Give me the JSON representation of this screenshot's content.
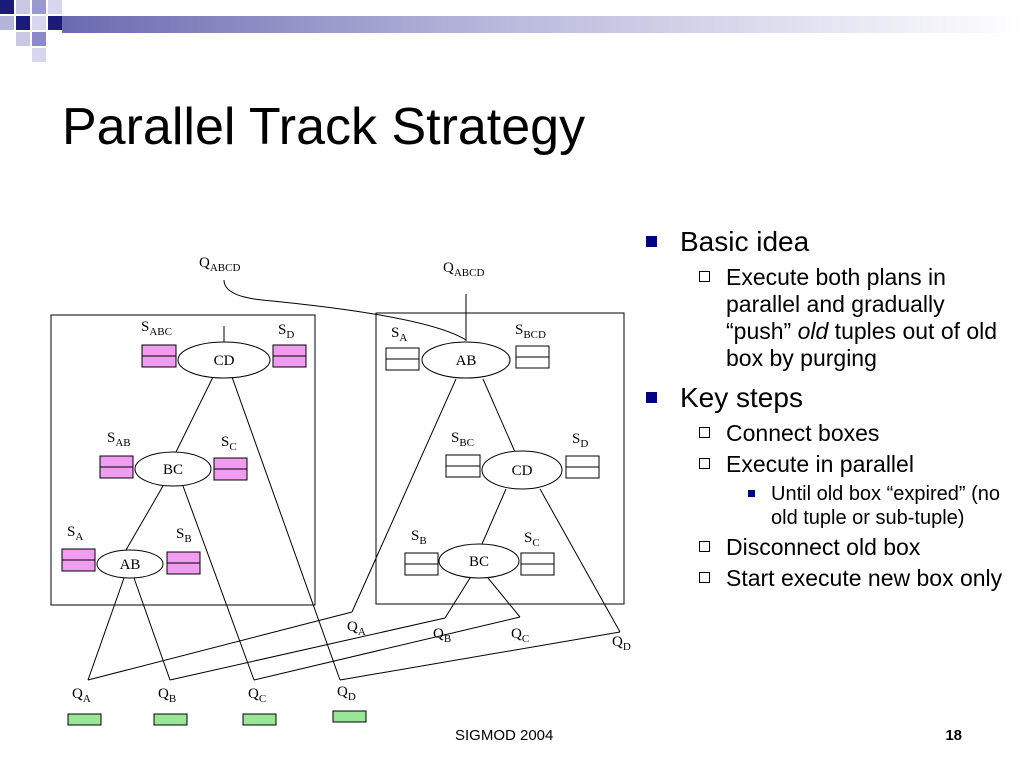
{
  "slide": {
    "title": "Parallel Track Strategy",
    "footer": "SIGMOD 2004",
    "page_number": "18"
  },
  "bullets": {
    "b1": "Basic idea",
    "b1a_pre": "Execute both plans in parallel and gradually “push” ",
    "b1a_em": "old",
    "b1a_post": " tuples out of old box by purging",
    "b2": "Key steps",
    "b2a": "Connect boxes",
    "b2b": "Execute in parallel",
    "b2b1": "Until old box “expired” (no old tuple or sub-tuple)",
    "b2c": "Disconnect old box",
    "b2d": "Start execute new box only"
  },
  "diagram": {
    "colors": {
      "old_state": "#f09cf0",
      "new_state": "#ffffff",
      "input_queue": "#99e699",
      "accent": "#000080"
    },
    "left_box": {
      "output": {
        "base": "Q",
        "sub": "ABCD"
      },
      "ops": [
        "CD",
        "BC",
        "AB"
      ],
      "states": [
        {
          "base": "S",
          "sub": "ABC"
        },
        {
          "base": "S",
          "sub": "D"
        },
        {
          "base": "S",
          "sub": "AB"
        },
        {
          "base": "S",
          "sub": "C"
        },
        {
          "base": "S",
          "sub": "A"
        },
        {
          "base": "S",
          "sub": "B"
        }
      ]
    },
    "right_box": {
      "output": {
        "base": "Q",
        "sub": "ABCD"
      },
      "ops": [
        "AB",
        "CD",
        "BC"
      ],
      "states": [
        {
          "base": "S",
          "sub": "A"
        },
        {
          "base": "S",
          "sub": "BCD"
        },
        {
          "base": "S",
          "sub": "BC"
        },
        {
          "base": "S",
          "sub": "D"
        },
        {
          "base": "S",
          "sub": "B"
        },
        {
          "base": "S",
          "sub": "C"
        }
      ],
      "inputs": [
        {
          "base": "Q",
          "sub": "A"
        },
        {
          "base": "Q",
          "sub": "B"
        },
        {
          "base": "Q",
          "sub": "C"
        },
        {
          "base": "Q",
          "sub": "D"
        }
      ]
    },
    "inputs": [
      {
        "base": "Q",
        "sub": "A"
      },
      {
        "base": "Q",
        "sub": "B"
      },
      {
        "base": "Q",
        "sub": "C"
      },
      {
        "base": "Q",
        "sub": "D"
      }
    ]
  }
}
